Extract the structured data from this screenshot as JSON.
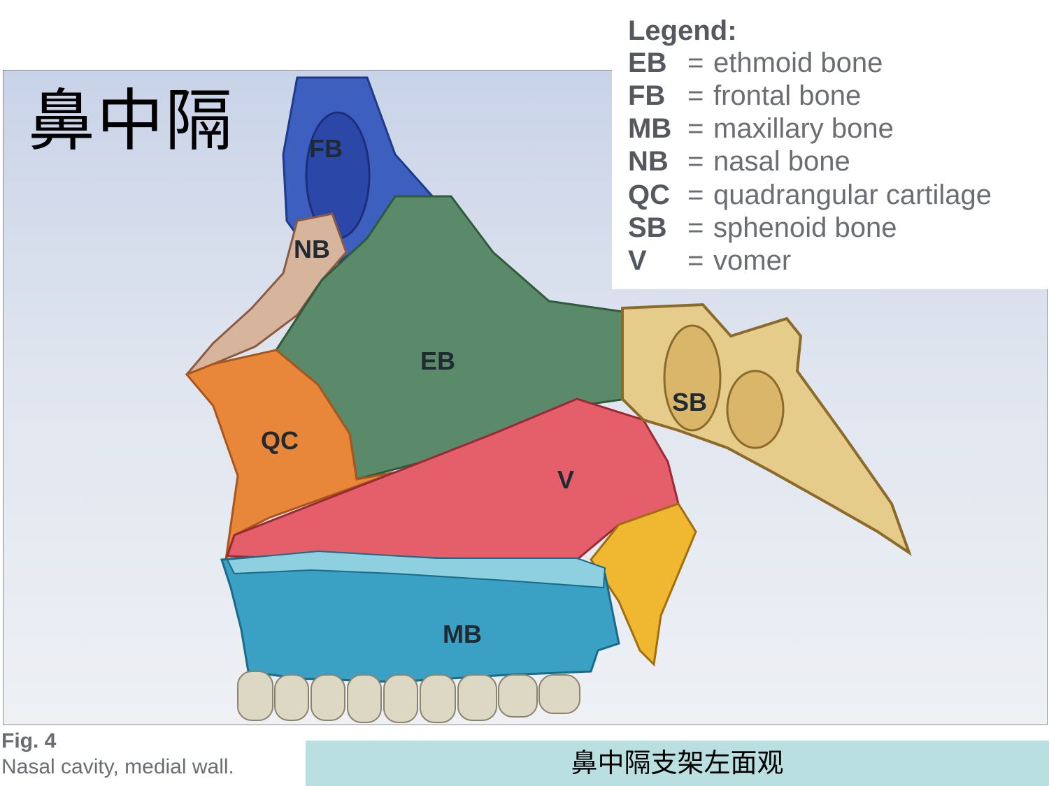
{
  "slide": {
    "title": "鼻中隔",
    "subtitle": "鼻中隔支架左面观"
  },
  "figure": {
    "number": "Fig. 4",
    "caption": "Nasal cavity, medial wall.",
    "region_labels": {
      "FB": "FB",
      "NB": "NB",
      "EB": "EB",
      "QC": "QC",
      "SB": "SB",
      "V": "V",
      "MB": "MB"
    }
  },
  "legend": {
    "title": "Legend:",
    "items": [
      {
        "code": "EB",
        "eq": "=",
        "name": "ethmoid bone"
      },
      {
        "code": "FB",
        "eq": "=",
        "name": "frontal bone"
      },
      {
        "code": "MB",
        "eq": "=",
        "name": "maxillary bone"
      },
      {
        "code": "NB",
        "eq": "=",
        "name": "nasal bone"
      },
      {
        "code": "QC",
        "eq": "=",
        "name": "quadrangular cartilage"
      },
      {
        "code": "SB",
        "eq": "=",
        "name": "sphenoid bone"
      },
      {
        "code": "V",
        "eq": "=",
        "name": "vomer"
      }
    ]
  },
  "colors": {
    "frontal_bone": "#3d5fc0",
    "nasal_bone": "#d6b59c",
    "ethmoid_bone": "#5a8a6a",
    "quadrangular_cartilage": "#e8863a",
    "sphenoid_bone": "#e6cc8a",
    "vomer": "#e45f6a",
    "maxillary_bone": "#3aa0c4",
    "palatine": "#f0b830",
    "teeth": "#ddd8c4",
    "subtitle_bar": "#b9dfe0"
  }
}
